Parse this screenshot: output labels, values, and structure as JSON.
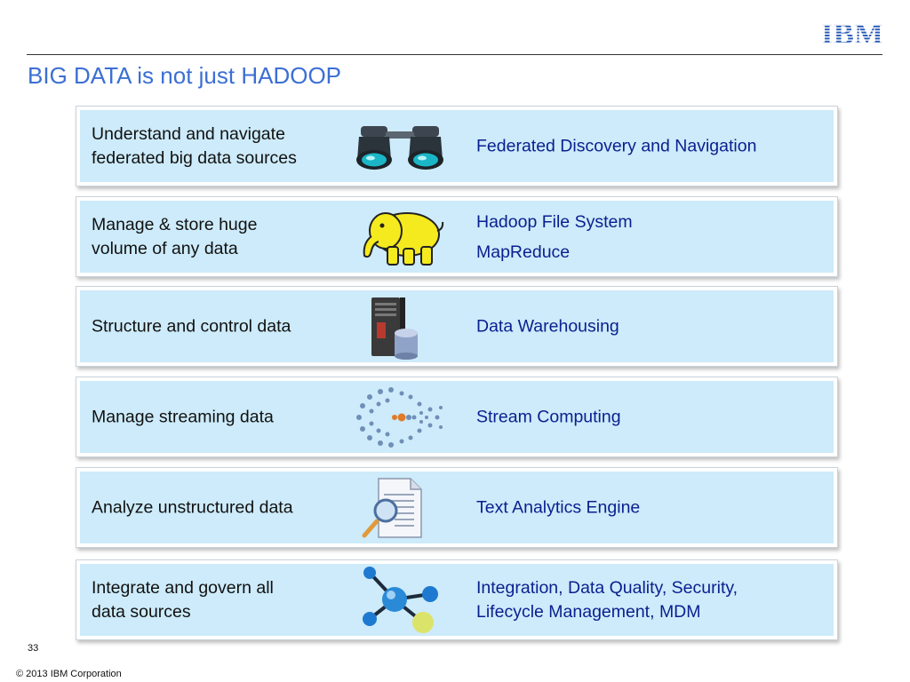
{
  "header": {
    "title": "BIG DATA is not just HADOOP",
    "logo_text": "IBM"
  },
  "rows": [
    {
      "left": [
        "Understand and navigate",
        "federated big data sources"
      ],
      "icon": "binoculars-icon",
      "right": [
        "Federated Discovery and Navigation"
      ]
    },
    {
      "left": [
        "Manage & store huge",
        "volume of any data"
      ],
      "icon": "hadoop-elephant-icon",
      "right": [
        "Hadoop File System",
        "MapReduce"
      ]
    },
    {
      "left": [
        "Structure and control data"
      ],
      "icon": "server-database-icon",
      "right": [
        "Data Warehousing"
      ]
    },
    {
      "left": [
        "Manage streaming data"
      ],
      "icon": "stream-dots-icon",
      "right": [
        "Stream Computing"
      ]
    },
    {
      "left": [
        "Analyze unstructured data"
      ],
      "icon": "document-magnifier-icon",
      "right": [
        "Text Analytics Engine"
      ]
    },
    {
      "left": [
        "Integrate and govern all",
        "data sources"
      ],
      "icon": "network-nodes-icon",
      "right": [
        "Integration, Data Quality, Security,",
        "Lifecycle Management, MDM"
      ]
    }
  ],
  "footer": {
    "page_number": "33",
    "copyright": "© 2013 IBM Corporation"
  },
  "colors": {
    "title": "#3b6fd4",
    "panel": "#cdebfa",
    "right_text": "#0a1f8f"
  }
}
